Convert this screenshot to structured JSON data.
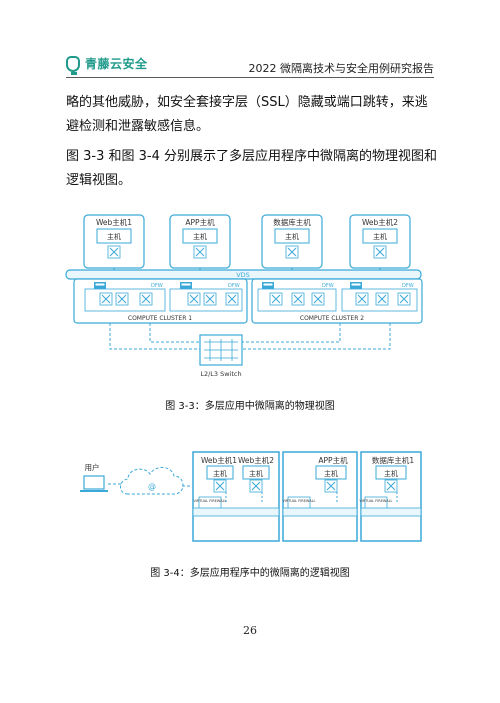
{
  "header": {
    "brand": "青藤云安全",
    "doc_title": "2022 微隔离技术与安全用例研究报告"
  },
  "body": {
    "paragraph1": "略的其他威胁，如安全套接字层（SSL）隐藏或端口跳转，来逃避检测和泄露敏感信息。",
    "paragraph2": "图 3-3 和图 3-4 分别展示了多层应用程序中微隔离的物理视图和逻辑视图。"
  },
  "figure1": {
    "caption": "图 3-3：多层应用中微隔离的物理视图",
    "hosts": [
      {
        "label": "Web主机1",
        "inner": "主机"
      },
      {
        "label": "APP主机",
        "inner": "主机"
      },
      {
        "label": "数据库主机",
        "inner": "主机"
      },
      {
        "label": "Web主机2",
        "inner": "主机"
      }
    ],
    "vds_label": "VDS",
    "dfw_label": "DFW",
    "cluster1": "COMPUTE CLUSTER 1",
    "cluster2": "COMPUTE CLUSTER 2",
    "switch_label": "L2/L3 Switch",
    "colors": {
      "line": "#3aa9d8",
      "panel": "#e9f6fc"
    }
  },
  "figure2": {
    "caption": "图 3-4：多层应用程序中的微隔离的逻辑视图",
    "user_label": "用户",
    "cloud_symbol": "@",
    "zone_labels": [
      "Web主机1",
      "Web主机2",
      "APP主机",
      "数据库主机1"
    ],
    "inner_label": "主机",
    "firewall_label": "VIRTUAL FIREWALL"
  },
  "page_number": "26"
}
